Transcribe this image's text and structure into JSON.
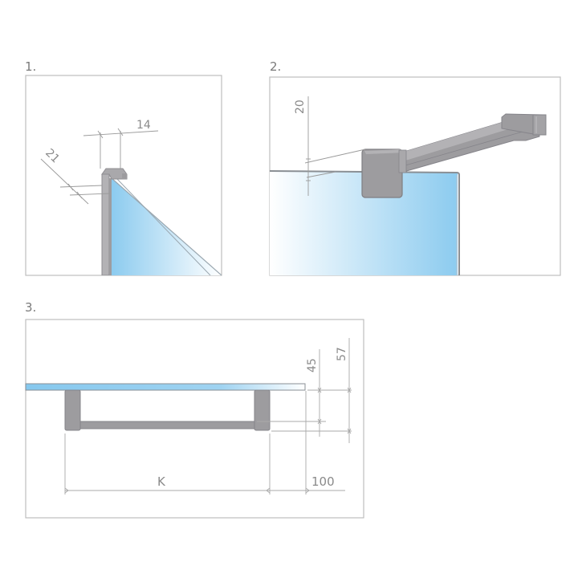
{
  "panels": [
    {
      "number": "1.",
      "dimensions": {
        "profile_width": "14",
        "profile_depth": "21"
      }
    },
    {
      "number": "2.",
      "dimensions": {
        "bar_offset": "20"
      }
    },
    {
      "number": "3.",
      "dimensions": {
        "bar_height_inner": "45",
        "bar_height_outer": "57",
        "spacing": "K",
        "edge_offset": "100"
      }
    }
  ],
  "colors": {
    "frame": "#bdbdbd",
    "glass_blue": "#8ccbef",
    "glass_light": "#eef7fd",
    "metal": "#9d9c9f",
    "metal_dark": "#7f7e82",
    "dim_line": "#9a9a9a",
    "text": "#8a8a8a"
  }
}
